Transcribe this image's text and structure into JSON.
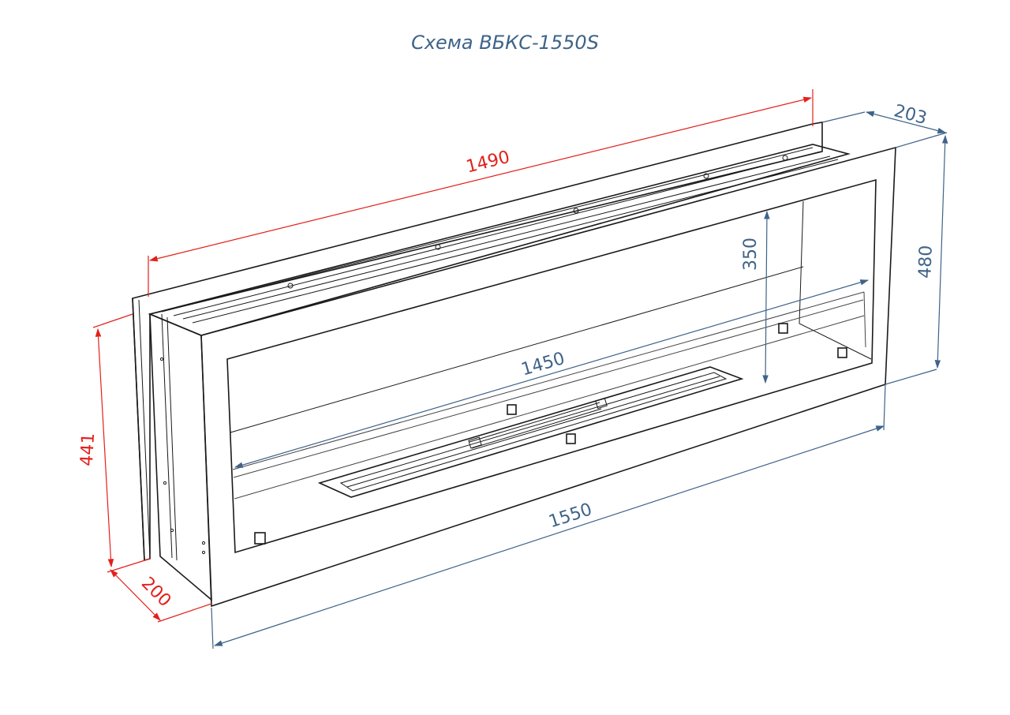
{
  "title": "Схема ВБКС-1550S",
  "colors": {
    "red_dimension": "#e3201b",
    "blue_dimension": "#3f6388",
    "outline": "#1a1a1a"
  },
  "dimensions": {
    "outer_width": "1490",
    "outer_height": "441",
    "outer_depth": "200",
    "front_width": "1550",
    "front_height": "480",
    "front_depth": "203",
    "inner_width": "1450",
    "inner_height": "350"
  }
}
